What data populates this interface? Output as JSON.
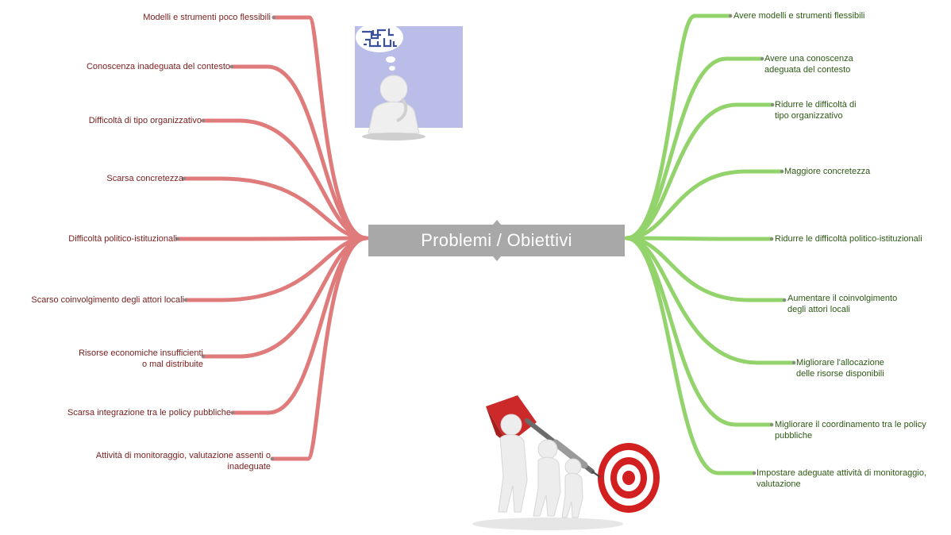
{
  "center": {
    "title": "Problemi / Obiettivi"
  },
  "problems": [
    {
      "lines": [
        "Modelli e strumenti poco flessibili"
      ]
    },
    {
      "lines": [
        "Conoscenza inadeguata del contesto"
      ]
    },
    {
      "lines": [
        "Difficoltà di tipo organizzativo"
      ]
    },
    {
      "lines": [
        "Scarsa concretezza"
      ]
    },
    {
      "lines": [
        "Difficoltà politico-istituzionali"
      ]
    },
    {
      "lines": [
        "Scarso coinvolgimento degli attori locali"
      ]
    },
    {
      "lines": [
        "Risorse economiche insufficienti",
        "o mal distribuite"
      ]
    },
    {
      "lines": [
        "Scarsa integrazione tra le policy pubbliche"
      ]
    },
    {
      "lines": [
        "Attività di monitoraggio, valutazione assenti o",
        "inadeguate"
      ]
    }
  ],
  "objectives": [
    {
      "lines": [
        "Avere modelli e strumenti flessibili"
      ]
    },
    {
      "lines": [
        "Avere una conoscenza",
        "adeguata del contesto"
      ]
    },
    {
      "lines": [
        "Ridurre le difficoltà di",
        "tipo organizzativo"
      ]
    },
    {
      "lines": [
        "Maggiore concretezza"
      ]
    },
    {
      "lines": [
        "Ridurre le difficoltà politico-istituzionali"
      ]
    },
    {
      "lines": [
        "Aumentare il coinvolgimento",
        "degli attori locali"
      ]
    },
    {
      "lines": [
        "Migliorare l'allocazione",
        "delle risorse disponibili"
      ]
    },
    {
      "lines": [
        "Migliorare il coordinamento tra le policy",
        "pubbliche"
      ]
    },
    {
      "lines": [
        "Impostare adeguate attività di monitoraggio,",
        "valutazione"
      ]
    }
  ],
  "colors": {
    "problems": "#e07b7b",
    "objectives": "#93d36b",
    "center": "#a8a8a8"
  },
  "images": [
    {
      "name": "thinking-person-maze-icon"
    },
    {
      "name": "team-dart-target-icon"
    }
  ]
}
